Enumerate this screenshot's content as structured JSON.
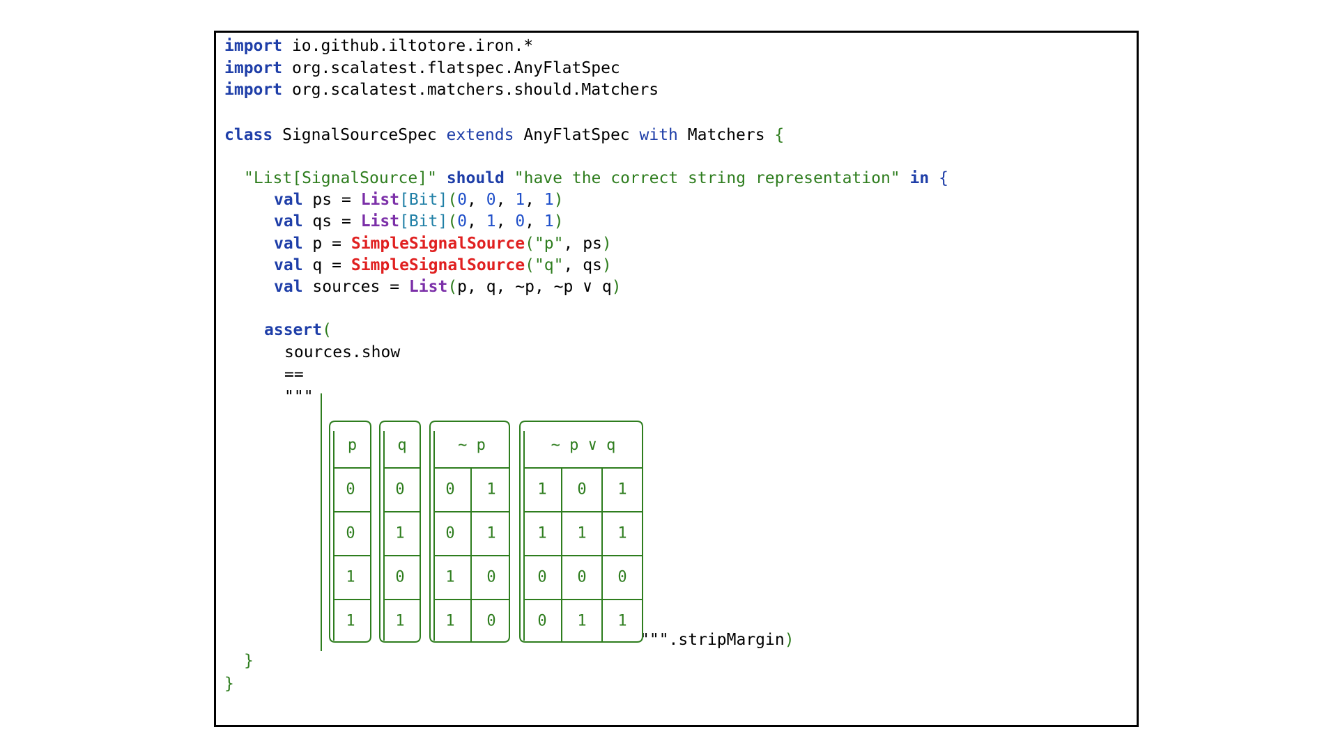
{
  "imports": [
    {
      "kw": "import",
      "path": "io.github.iltotore.iron.*"
    },
    {
      "kw": "import",
      "path": "org.scalatest.flatspec.AnyFlatSpec"
    },
    {
      "kw": "import",
      "path": "org.scalatest.matchers.should.Matchers"
    }
  ],
  "class_line": {
    "kw": "class",
    "name": "SignalSourceSpec",
    "extends": "extends",
    "base": "AnyFlatSpec",
    "with": "with",
    "mixin": "Matchers",
    "brace": "{"
  },
  "spec_line": {
    "subject": "\"List[SignalSource]\"",
    "should": "should",
    "desc": "\"have the correct string representation\"",
    "in": "in",
    "brace": "{"
  },
  "vals": [
    {
      "kw": "val",
      "name": "ps",
      "eq": "=",
      "type": "List",
      "tparam": "[Bit]",
      "args": [
        "0",
        "0",
        "1",
        "1"
      ]
    },
    {
      "kw": "val",
      "name": "qs",
      "eq": "=",
      "type": "List",
      "tparam": "[Bit]",
      "args": [
        "0",
        "1",
        "0",
        "1"
      ]
    }
  ],
  "sources": [
    {
      "kw": "val",
      "name": "p",
      "eq": "=",
      "ctor": "SimpleSignalSource",
      "label": "\"p\"",
      "arg": "ps"
    },
    {
      "kw": "val",
      "name": "q",
      "eq": "=",
      "ctor": "SimpleSignalSource",
      "label": "\"q\"",
      "arg": "qs"
    }
  ],
  "sources_line": {
    "kw": "val",
    "name": "sources",
    "eq": "=",
    "type": "List",
    "args": "p, q, ~p, ~p ∨ q"
  },
  "assert_kw": "assert",
  "show_expr": "sources.show",
  "eq_op": "==",
  "triple_quote": "\"\"\"",
  "strip_margin": ".stripMargin",
  "closing_brace": "}",
  "truth_table": {
    "headers": [
      "p",
      "q",
      "~ p",
      "~ p ∨ q"
    ],
    "rows": [
      [
        "0",
        "0",
        "0",
        "1",
        "1",
        "0",
        "1"
      ],
      [
        "0",
        "1",
        "0",
        "1",
        "1",
        "1",
        "1"
      ],
      [
        "1",
        "0",
        "1",
        "0",
        "0",
        "0",
        "0"
      ],
      [
        "1",
        "1",
        "1",
        "0",
        "0",
        "1",
        "1"
      ]
    ]
  }
}
